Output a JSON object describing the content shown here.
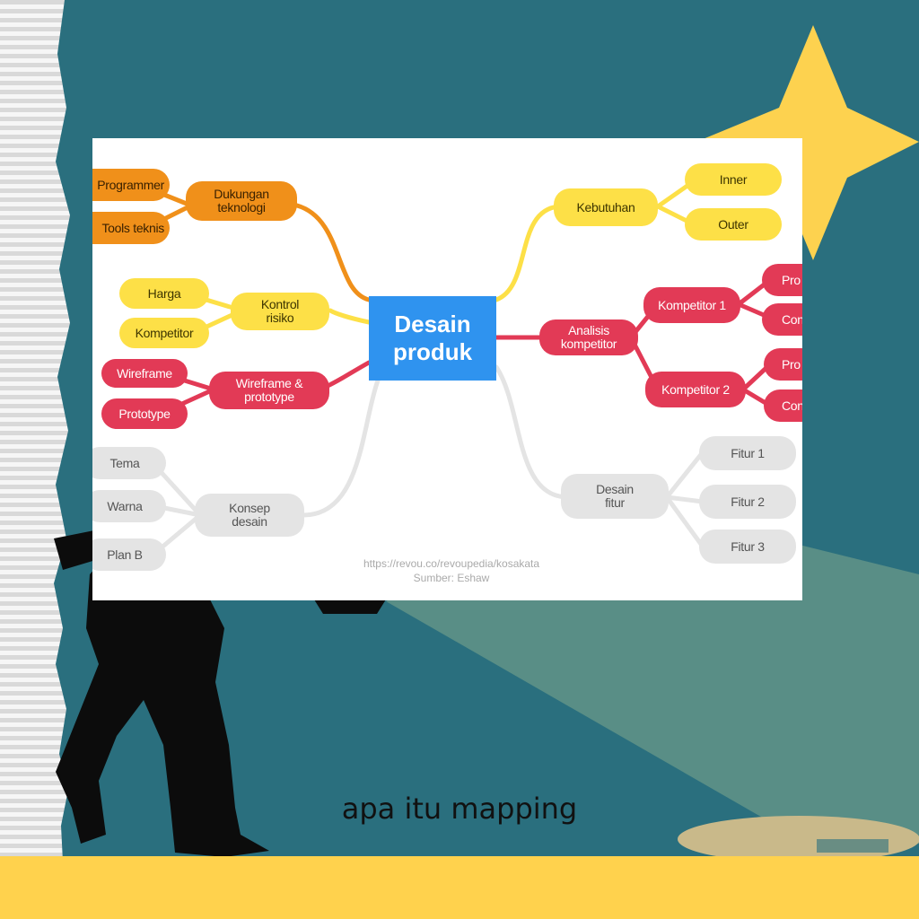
{
  "caption": "apa itu mapping",
  "colors": {
    "teal": "#2a6f7e",
    "yellow_band": "#ffd24d",
    "star": "#fdd24f",
    "center_node": "#2f93ef",
    "orange": "#f0901a",
    "yellow": "#fde047",
    "red": "#e23a56",
    "gray": "#e4e4e4"
  },
  "mindmap": {
    "center": "Desain\nproduk",
    "source_url": "https://revou.co/revoupedia/kosakata",
    "source_credit": "Sumber: Eshaw",
    "branches": [
      {
        "label": "Dukungan\nteknologi",
        "children": [
          "Programmer",
          "Tools teknis"
        ]
      },
      {
        "label": "Kontrol\nrisiko",
        "children": [
          "Harga",
          "Kompetitor"
        ]
      },
      {
        "label": "Wireframe &\nprototype",
        "children": [
          "Wireframe",
          "Prototype"
        ]
      },
      {
        "label": "Konsep\ndesain",
        "children": [
          "Tema",
          "Warna",
          "Plan B"
        ]
      },
      {
        "label": "Kebutuhan",
        "children": [
          "Inner",
          "Outer"
        ]
      },
      {
        "label": "Analisis\nkompetitor",
        "children": [
          {
            "label": "Kompetitor 1",
            "children": [
              "Pro",
              "Con"
            ]
          },
          {
            "label": "Kompetitor 2",
            "children": [
              "Pro",
              "Con"
            ]
          }
        ]
      },
      {
        "label": "Desain\nfitur",
        "children": [
          "Fitur 1",
          "Fitur 2",
          "Fitur 3"
        ]
      }
    ]
  }
}
